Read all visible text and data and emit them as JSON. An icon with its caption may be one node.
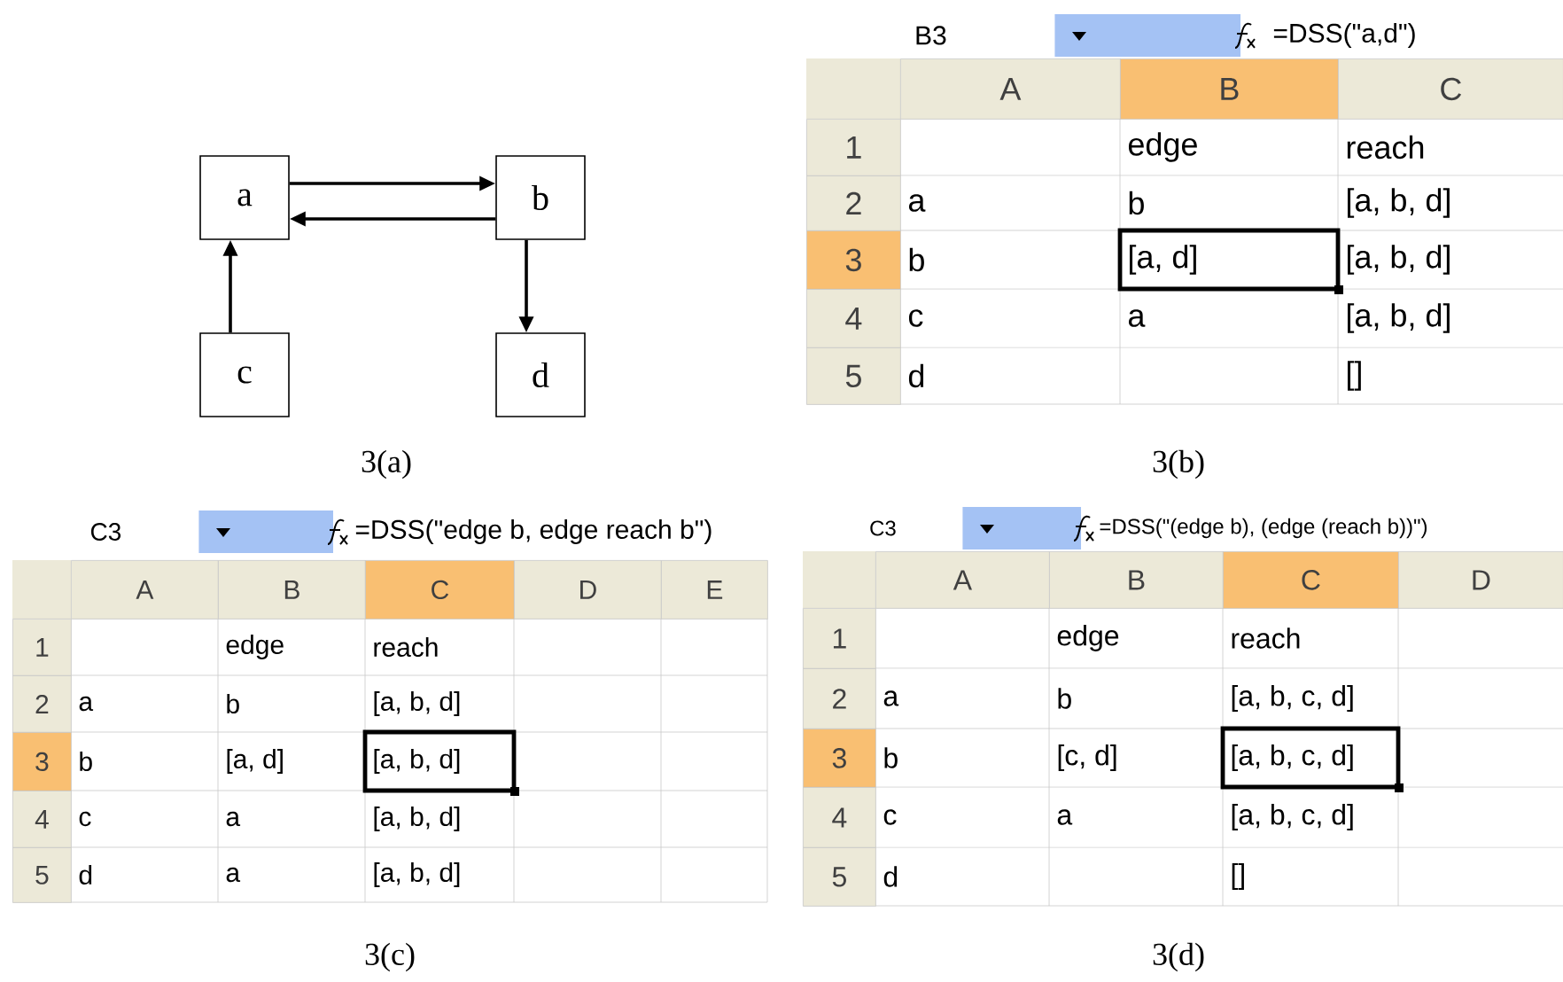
{
  "diagram": {
    "nodes": [
      {
        "text": [
          "a"
        ]
      },
      {
        "text": [
          "b"
        ]
      },
      {
        "text": [
          "c"
        ]
      },
      {
        "text": [
          "d"
        ]
      }
    ],
    "edges": [
      {
        "from": 0,
        "to": 1,
        "arrow": "to"
      },
      {
        "from": 1,
        "to": 0,
        "arrow": "to"
      },
      {
        "from": 2,
        "to": 0,
        "arrow": "to"
      },
      {
        "from": 1,
        "to": 3,
        "arrow": "to"
      }
    ],
    "labels": [
      "B3",
      "=DSS(\"a,d\")",
      "A",
      "B",
      "C",
      "1",
      "edge",
      "reach",
      "2",
      "a",
      "b",
      "[a, b, d]",
      "3",
      "b",
      "[a, d]",
      "[a, b, d]",
      "4",
      "c",
      "a",
      "[a, b, d]",
      "5",
      "d",
      "[]",
      "3(a)",
      "3(b)",
      "C3",
      "=DSS(\"edge b, edge reach b\")",
      "A",
      "B",
      "C",
      "D",
      "E",
      "1",
      "edge",
      "reach",
      "2",
      "a",
      "b",
      "[a, b, d]",
      "3",
      "b",
      "[a, d]",
      "[a, b, d]",
      "4",
      "c",
      "a",
      "[a, b, d]",
      "5",
      "d",
      "a",
      "[a, b, d]",
      "C3",
      "=DSS(\"(edge b), (edge (reach b))\")",
      "A",
      "B",
      "C",
      "D",
      "1",
      "edge",
      "reach",
      "2",
      "a",
      "b",
      "[a, b, c, d]",
      "3",
      "b",
      "[c, d]",
      "[a, b, c, d]",
      "4",
      "c",
      "a",
      "[a, b, c, d]",
      "5",
      "d",
      "[]",
      "3(c)",
      "3(d)"
    ]
  }
}
